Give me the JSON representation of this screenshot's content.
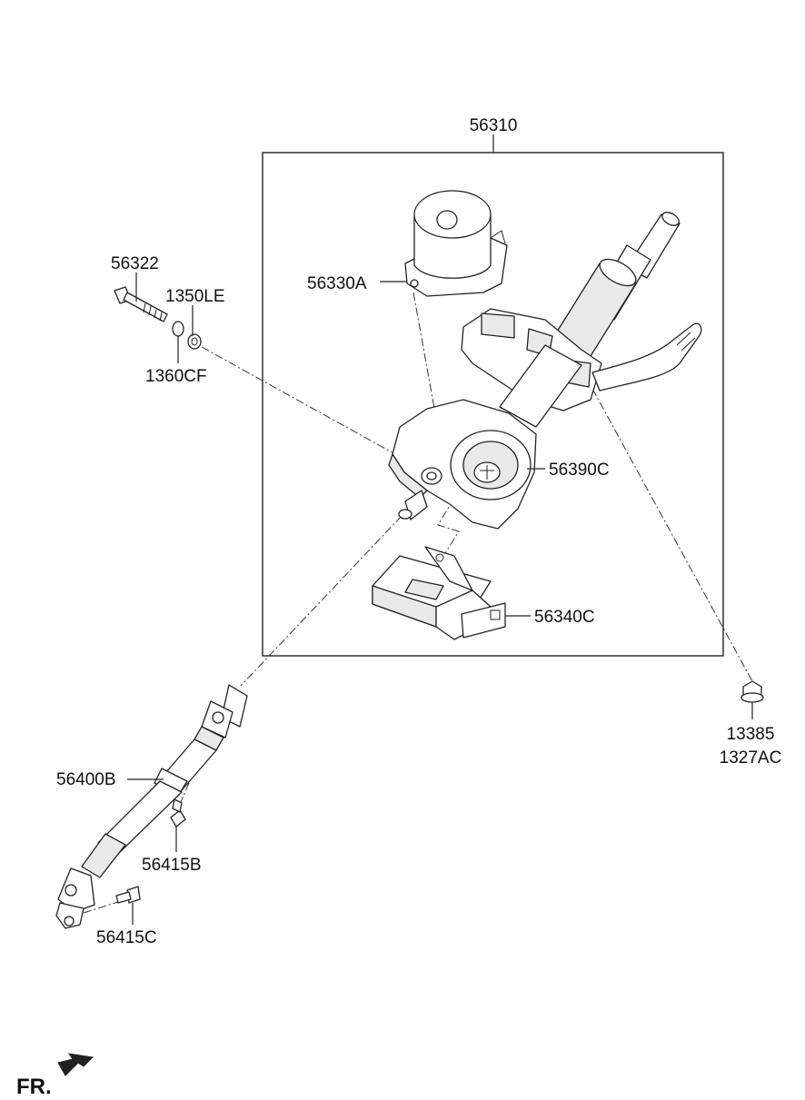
{
  "parts": {
    "column_assembly": "56310",
    "motor": "56330A",
    "upper_bolt": "56322",
    "washer_1350": "1350LE",
    "washer_1360": "1360CF",
    "housing": "56390C",
    "ecu_module": "56340C",
    "nut_code_1": "13385",
    "nut_code_2": "1327AC",
    "intermediate_shaft": "56400B",
    "bolt_b": "56415B",
    "bolt_c": "56415C"
  },
  "direction_label": "FR."
}
